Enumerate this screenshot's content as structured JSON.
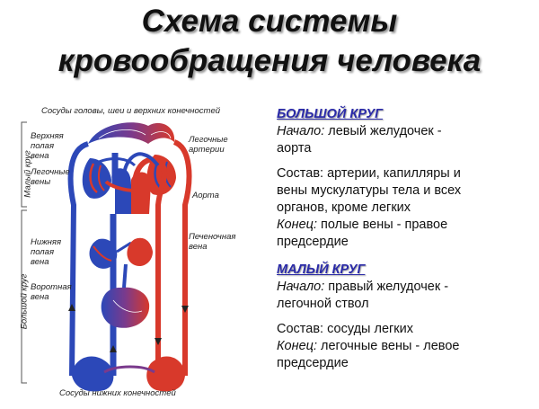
{
  "title": {
    "line1": "Схема системы",
    "line2": "кровообращения человека"
  },
  "diagram": {
    "top_label": "Сосуды головы, шеи и верхних конечностей",
    "bottom_label": "Сосуды нижних конечностей",
    "small_circle_label": "Малый круг",
    "big_circle_label": "Большой круг",
    "left_labels": {
      "superior_vena_cava": "Верхняя\nполая\nвена",
      "pulmonary_veins": "Легочные\nвены",
      "inferior_vena_cava": "Нижняя\nполая\nвена",
      "portal_vein": "Воротная\nвена"
    },
    "right_labels": {
      "pulmonary_arteries": "Легочные\nартерии",
      "aorta": "Аорта",
      "hepatic_vein": "Печеночная\nвена"
    },
    "colors": {
      "artery": "#d8392b",
      "vein": "#2c48b8"
    }
  },
  "big_circle": {
    "heading": "БОЛЬШОЙ КРУГ",
    "start_label": "Начало:",
    "start_text": "левый желудочек -",
    "start_text2": "аорта",
    "composition_line1": "Состав: артерии, капилляры и",
    "composition_line2": "вены мускулатуры тела и всех",
    "composition_line3": "органов, кроме легких",
    "end_label": "Конец:",
    "end_text": "полые вены - правое",
    "end_text2": "предсердие"
  },
  "small_circle": {
    "heading": "МАЛЫЙ КРУГ",
    "start_label": "Начало:",
    "start_text": "правый желудочек -",
    "start_text2": "легочной ствол",
    "composition_line1": "Состав: сосуды легких",
    "end_label": "Конец:",
    "end_text": "легочные вены - левое",
    "end_text2": "предсердие"
  }
}
